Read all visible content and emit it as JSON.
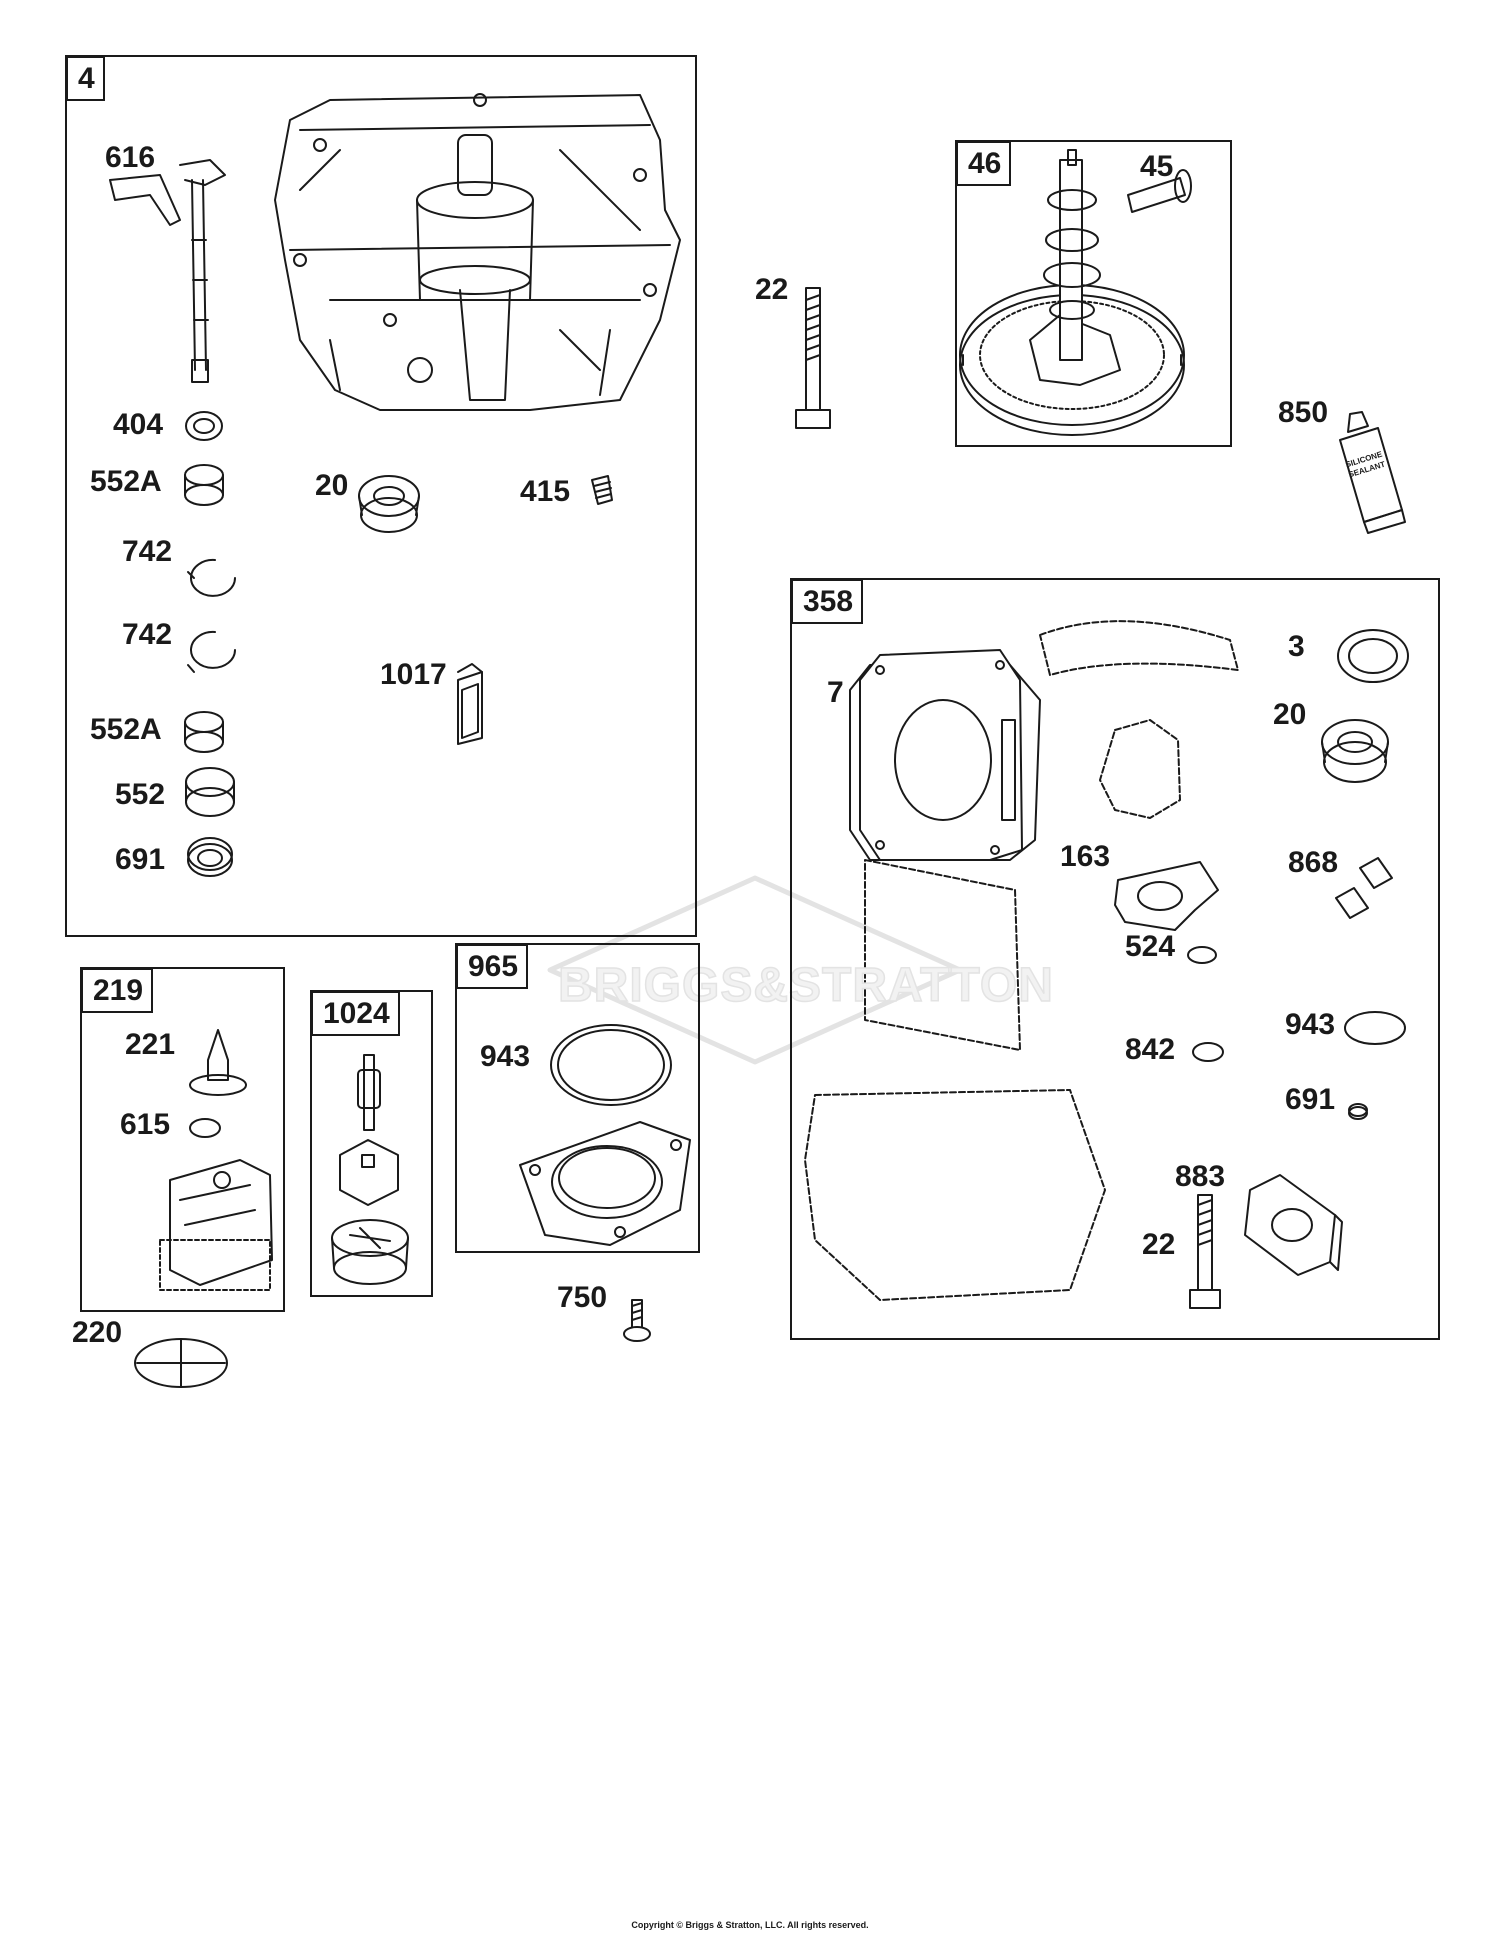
{
  "watermark": "BRIGGS&STRATTON",
  "copyright": "Copyright © Briggs & Stratton, LLC. All rights reserved.",
  "groups": [
    {
      "id": "4"
    },
    {
      "id": "46"
    },
    {
      "id": "358"
    },
    {
      "id": "219"
    },
    {
      "id": "1024"
    },
    {
      "id": "965"
    }
  ],
  "parts": [
    {
      "label": "616"
    },
    {
      "label": "404"
    },
    {
      "label": "552A"
    },
    {
      "label": "20"
    },
    {
      "label": "415"
    },
    {
      "label": "742"
    },
    {
      "label": "742"
    },
    {
      "label": "1017"
    },
    {
      "label": "552A"
    },
    {
      "label": "552"
    },
    {
      "label": "691"
    },
    {
      "label": "22"
    },
    {
      "label": "45"
    },
    {
      "label": "850"
    },
    {
      "label": "3"
    },
    {
      "label": "7"
    },
    {
      "label": "20"
    },
    {
      "label": "163"
    },
    {
      "label": "868"
    },
    {
      "label": "524"
    },
    {
      "label": "842"
    },
    {
      "label": "943"
    },
    {
      "label": "691"
    },
    {
      "label": "883"
    },
    {
      "label": "22"
    },
    {
      "label": "221"
    },
    {
      "label": "615"
    },
    {
      "label": "943"
    },
    {
      "label": "750"
    },
    {
      "label": "220"
    }
  ],
  "tube_text": [
    "SILICONE",
    "SEALANT"
  ]
}
